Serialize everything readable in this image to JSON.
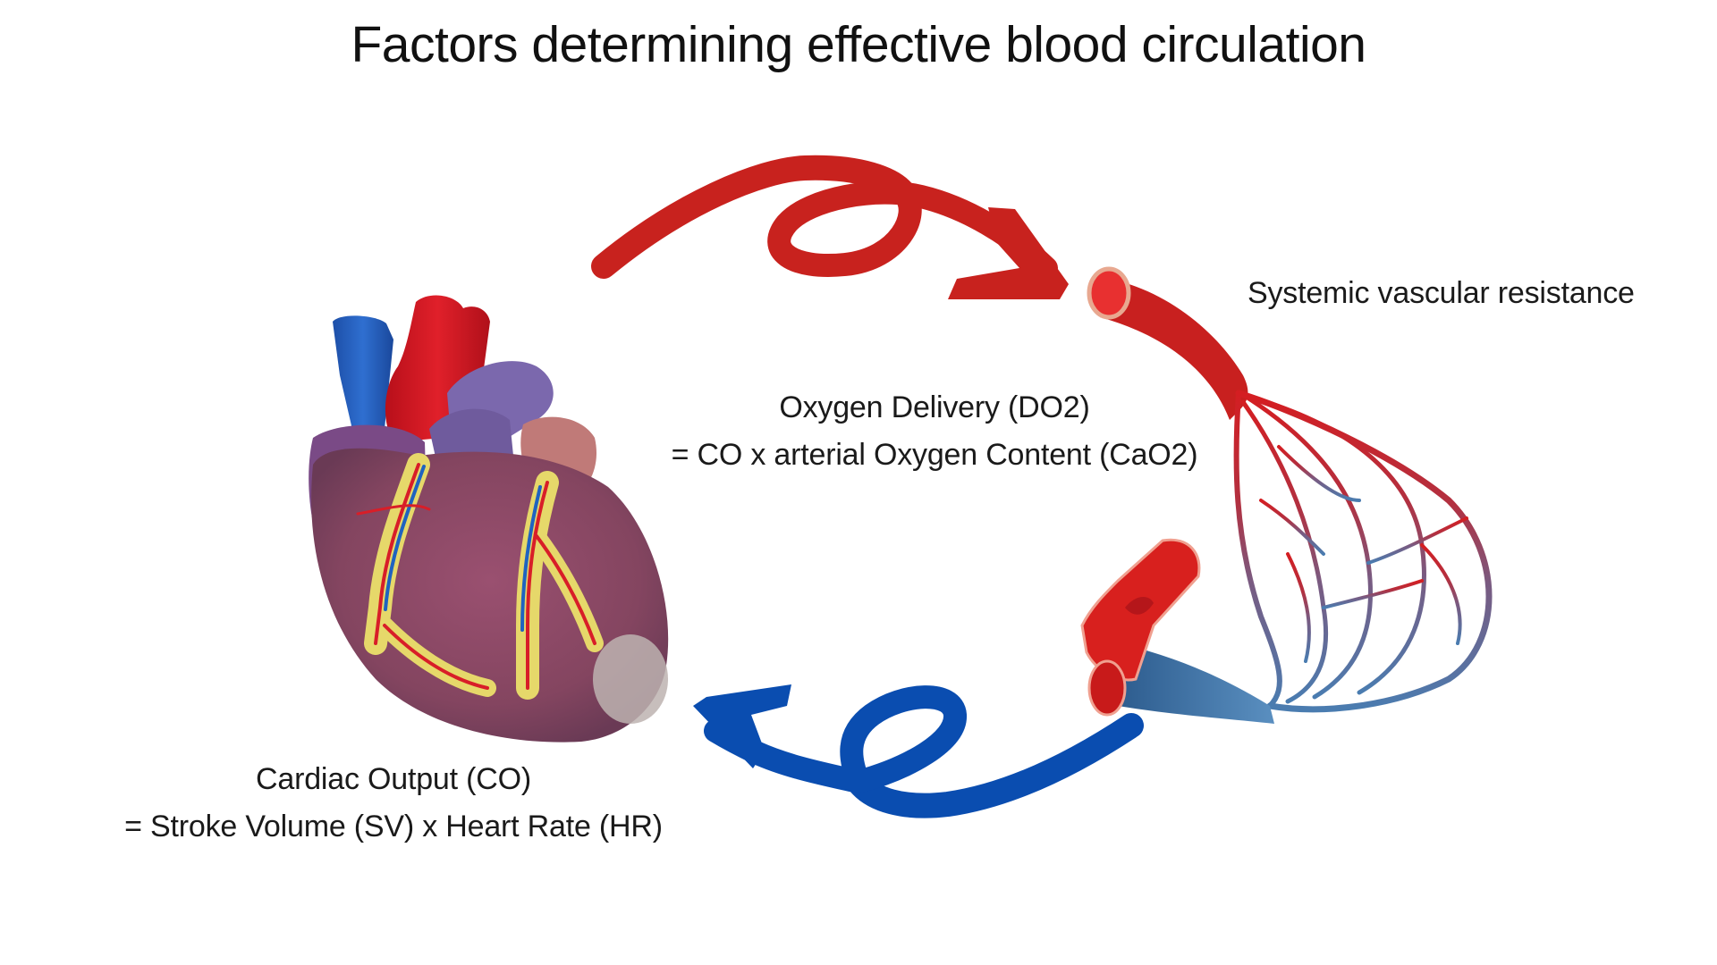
{
  "title": "Factors determining effective blood circulation",
  "labels": {
    "oxygen_delivery": {
      "line1": "Oxygen Delivery (DO2)",
      "line2": "= CO x arterial  Oxygen Content (CaO2)"
    },
    "cardiac_output": {
      "line1": "Cardiac Output (CO)",
      "line2": "= Stroke Volume (SV) x Heart Rate (HR)"
    },
    "systemic_vascular_resistance": "Systemic vascular resistance"
  },
  "illustrations": {
    "heart": "anatomical-heart-model",
    "vessels": "artery-capillary-vein-network",
    "arrow_top": "curly-arrow-right",
    "arrow_bottom": "curly-arrow-left"
  },
  "colors": {
    "arterial_red": "#C8221E",
    "venous_blue": "#0A4DB0",
    "text": "#1a1a1a",
    "background": "#ffffff"
  }
}
